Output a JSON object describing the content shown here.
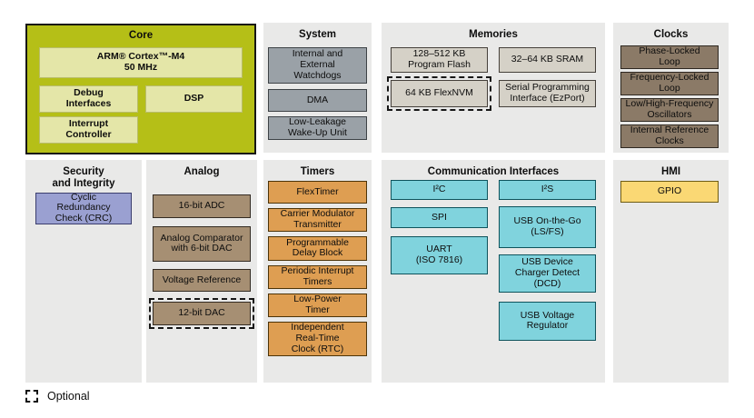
{
  "diagram": {
    "legend_label": "Optional",
    "colors": {
      "panel_bg": "#e9e9e8",
      "core_bg": "#b5bf17",
      "core_block": "#e4e6a8",
      "system_block": "#9aa1a7",
      "memory_block": "#d5d1c7",
      "clock_block": "#8b7a67",
      "security_block": "#9aa0d1",
      "analog_block": "#a68f73",
      "timer_block": "#de9e52",
      "comm_block": "#80d3dd",
      "hmi_block": "#fad874"
    },
    "sections": {
      "core": {
        "title": "Core",
        "blocks": {
          "cpu": "ARM® Cortex™-M4\n50 MHz",
          "debug": "Debug\nInterfaces",
          "dsp": "DSP",
          "interrupt": "Interrupt\nController"
        }
      },
      "system": {
        "title": "System",
        "blocks": {
          "watchdogs": "Internal and\nExternal\nWatchdogs",
          "dma": "DMA",
          "llwu": "Low-Leakage\nWake-Up Unit"
        }
      },
      "memories": {
        "title": "Memories",
        "blocks": {
          "flash": "128–512 KB\nProgram Flash",
          "sram": "32–64 KB SRAM",
          "flexnvm": "64 KB FlexNVM",
          "ezport": "Serial Programming\nInterface (EzPort)"
        }
      },
      "clocks": {
        "title": "Clocks",
        "blocks": {
          "pll": "Phase-Locked\nLoop",
          "fll": "Frequency-Locked\nLoop",
          "osc": "Low/High-Frequency\nOscillators",
          "irc": "Internal Reference\nClocks"
        }
      },
      "security": {
        "title": "Security\nand Integrity",
        "blocks": {
          "crc": "Cyclic\nRedundancy\nCheck (CRC)"
        }
      },
      "analog": {
        "title": "Analog",
        "blocks": {
          "adc": "16-bit ADC",
          "comparator": "Analog Comparator\nwith 6-bit DAC",
          "vref": "Voltage Reference",
          "dac": "12-bit DAC"
        }
      },
      "timers": {
        "title": "Timers",
        "blocks": {
          "flextimer": "FlexTimer",
          "cmt": "Carrier Modulator\nTransmitter",
          "pdb": "Programmable\nDelay Block",
          "pit": "Periodic Interrupt\nTimers",
          "lptmr": "Low-Power\nTimer",
          "rtc": "Independent\nReal-Time\nClock (RTC)"
        }
      },
      "comm": {
        "title": "Communication Interfaces",
        "blocks": {
          "i2c": "I²C",
          "spi": "SPI",
          "uart": "UART\n(ISO 7816)",
          "i2s": "I²S",
          "usb_otg": "USB On-the-Go\n(LS/FS)",
          "usb_dcd": "USB Device\nCharger Detect\n(DCD)",
          "usb_vreg": "USB Voltage\nRegulator"
        }
      },
      "hmi": {
        "title": "HMI",
        "blocks": {
          "gpio": "GPIO"
        }
      }
    }
  }
}
